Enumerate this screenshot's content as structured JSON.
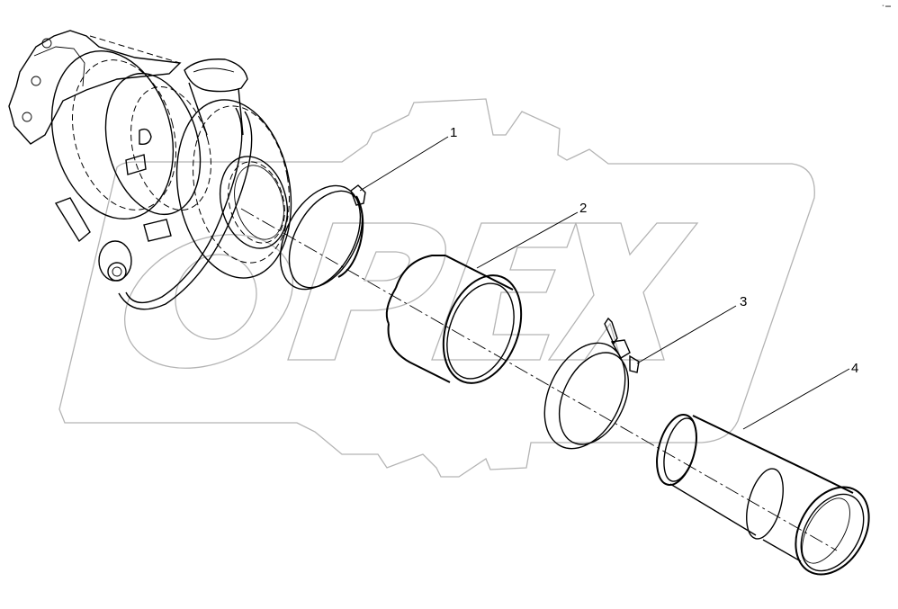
{
  "diagram": {
    "subject": "Turbocharger outlet connection - exploded view",
    "watermark": "OPEX",
    "watermark_color": "#b4b4b4",
    "line_color": "#000000",
    "background": "#ffffff",
    "corner_mark": "▪ ▬",
    "callouts": [
      {
        "number": "1",
        "part": "hose-clamp-worm"
      },
      {
        "number": "2",
        "part": "hose-sleeve"
      },
      {
        "number": "3",
        "part": "t-bolt-clamp"
      },
      {
        "number": "4",
        "part": "outlet-pipe"
      }
    ]
  }
}
